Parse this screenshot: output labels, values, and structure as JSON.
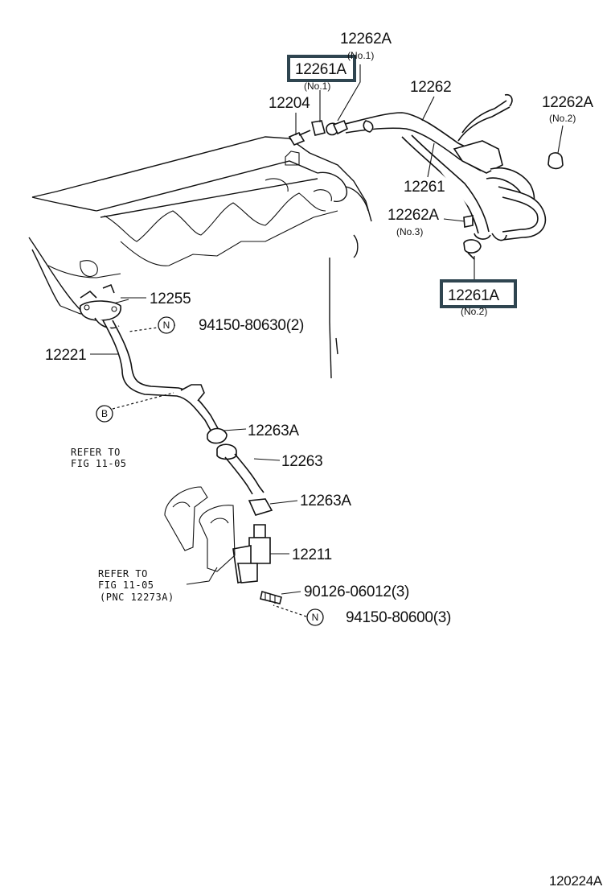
{
  "labels": {
    "p12262A_no1": "12262A",
    "p12262A_no1_sub": "(No.1)",
    "p12261A_no1": "12261A",
    "p12261A_no1_sub": "(No.1)",
    "p12204": "12204",
    "p12262": "12262",
    "p12262A_no2": "12262A",
    "p12262A_no2_sub": "(No.2)",
    "p12261": "12261",
    "p12262A_no3": "12262A",
    "p12262A_no3_sub": "(No.3)",
    "p12261A_no2": "12261A",
    "p12261A_no2_sub": "(No.2)",
    "p12255": "12255",
    "p94150_80630": "94150-80630(2)",
    "p12221": "12221",
    "refer1_line1": "REFER TO",
    "refer1_line2": "FIG 11-05",
    "p12263A_a": "12263A",
    "p12263": "12263",
    "p12263A_b": "12263A",
    "p12211": "12211",
    "refer2_line1": "REFER TO",
    "refer2_line2": "FIG 11-05",
    "refer2_line3": "(PNC 12273A)",
    "p90126_06012": "90126-06012(3)",
    "p94150_80600": "94150-80600(3)",
    "figure_code": "120224A"
  },
  "markers": {
    "n1": "N",
    "b": "B",
    "n2": "N"
  },
  "highlight_color": "#2f4550"
}
